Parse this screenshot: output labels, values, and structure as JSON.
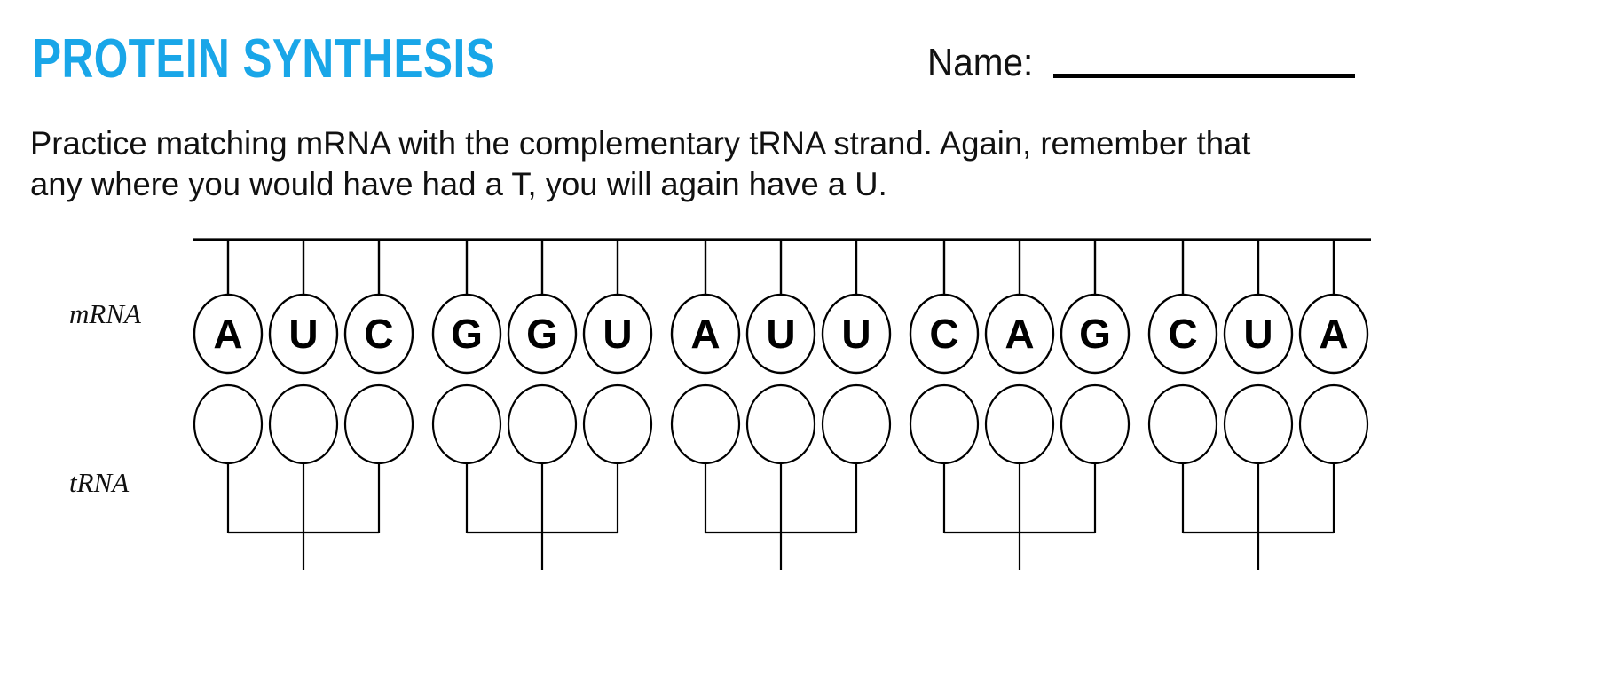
{
  "header": {
    "title": "PROTEIN SYNTHESIS",
    "title_color": "#19A6E8",
    "name_label": "Name:",
    "name_value": ""
  },
  "instructions": {
    "line1": "Practice matching mRNA with the complementary tRNA strand. Again, remember that",
    "line2": "any where you would have had a T, you will again have a U."
  },
  "diagram": {
    "mrna_label": "mRNA",
    "trna_label": "tRNA",
    "stroke_color": "#000000",
    "mrna_bases": [
      "A",
      "U",
      "C",
      "G",
      "G",
      "U",
      "A",
      "U",
      "U",
      "C",
      "A",
      "G",
      "C",
      "U",
      "A"
    ],
    "trna_bases": [
      "",
      "",
      "",
      "",
      "",
      "",
      "",
      "",
      "",
      "",
      "",
      "",
      "",
      "",
      ""
    ],
    "codon_groups": 5,
    "bases_per_codon": 3
  }
}
